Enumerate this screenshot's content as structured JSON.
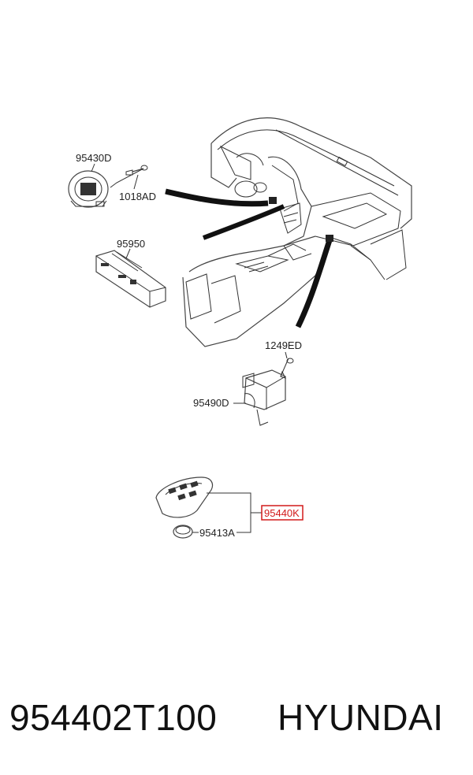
{
  "diagram": {
    "labels": {
      "start_button": "95430D",
      "bolt_1018": "1018AD",
      "switch_95950": "95950",
      "screw_1249": "1249ED",
      "holder_95490": "95490D",
      "smart_key": "95440K",
      "battery": "95413A"
    },
    "highlight_color": "#d21a1a"
  },
  "footer": {
    "part_number": "954402T100",
    "brand": "HYUNDAI"
  }
}
